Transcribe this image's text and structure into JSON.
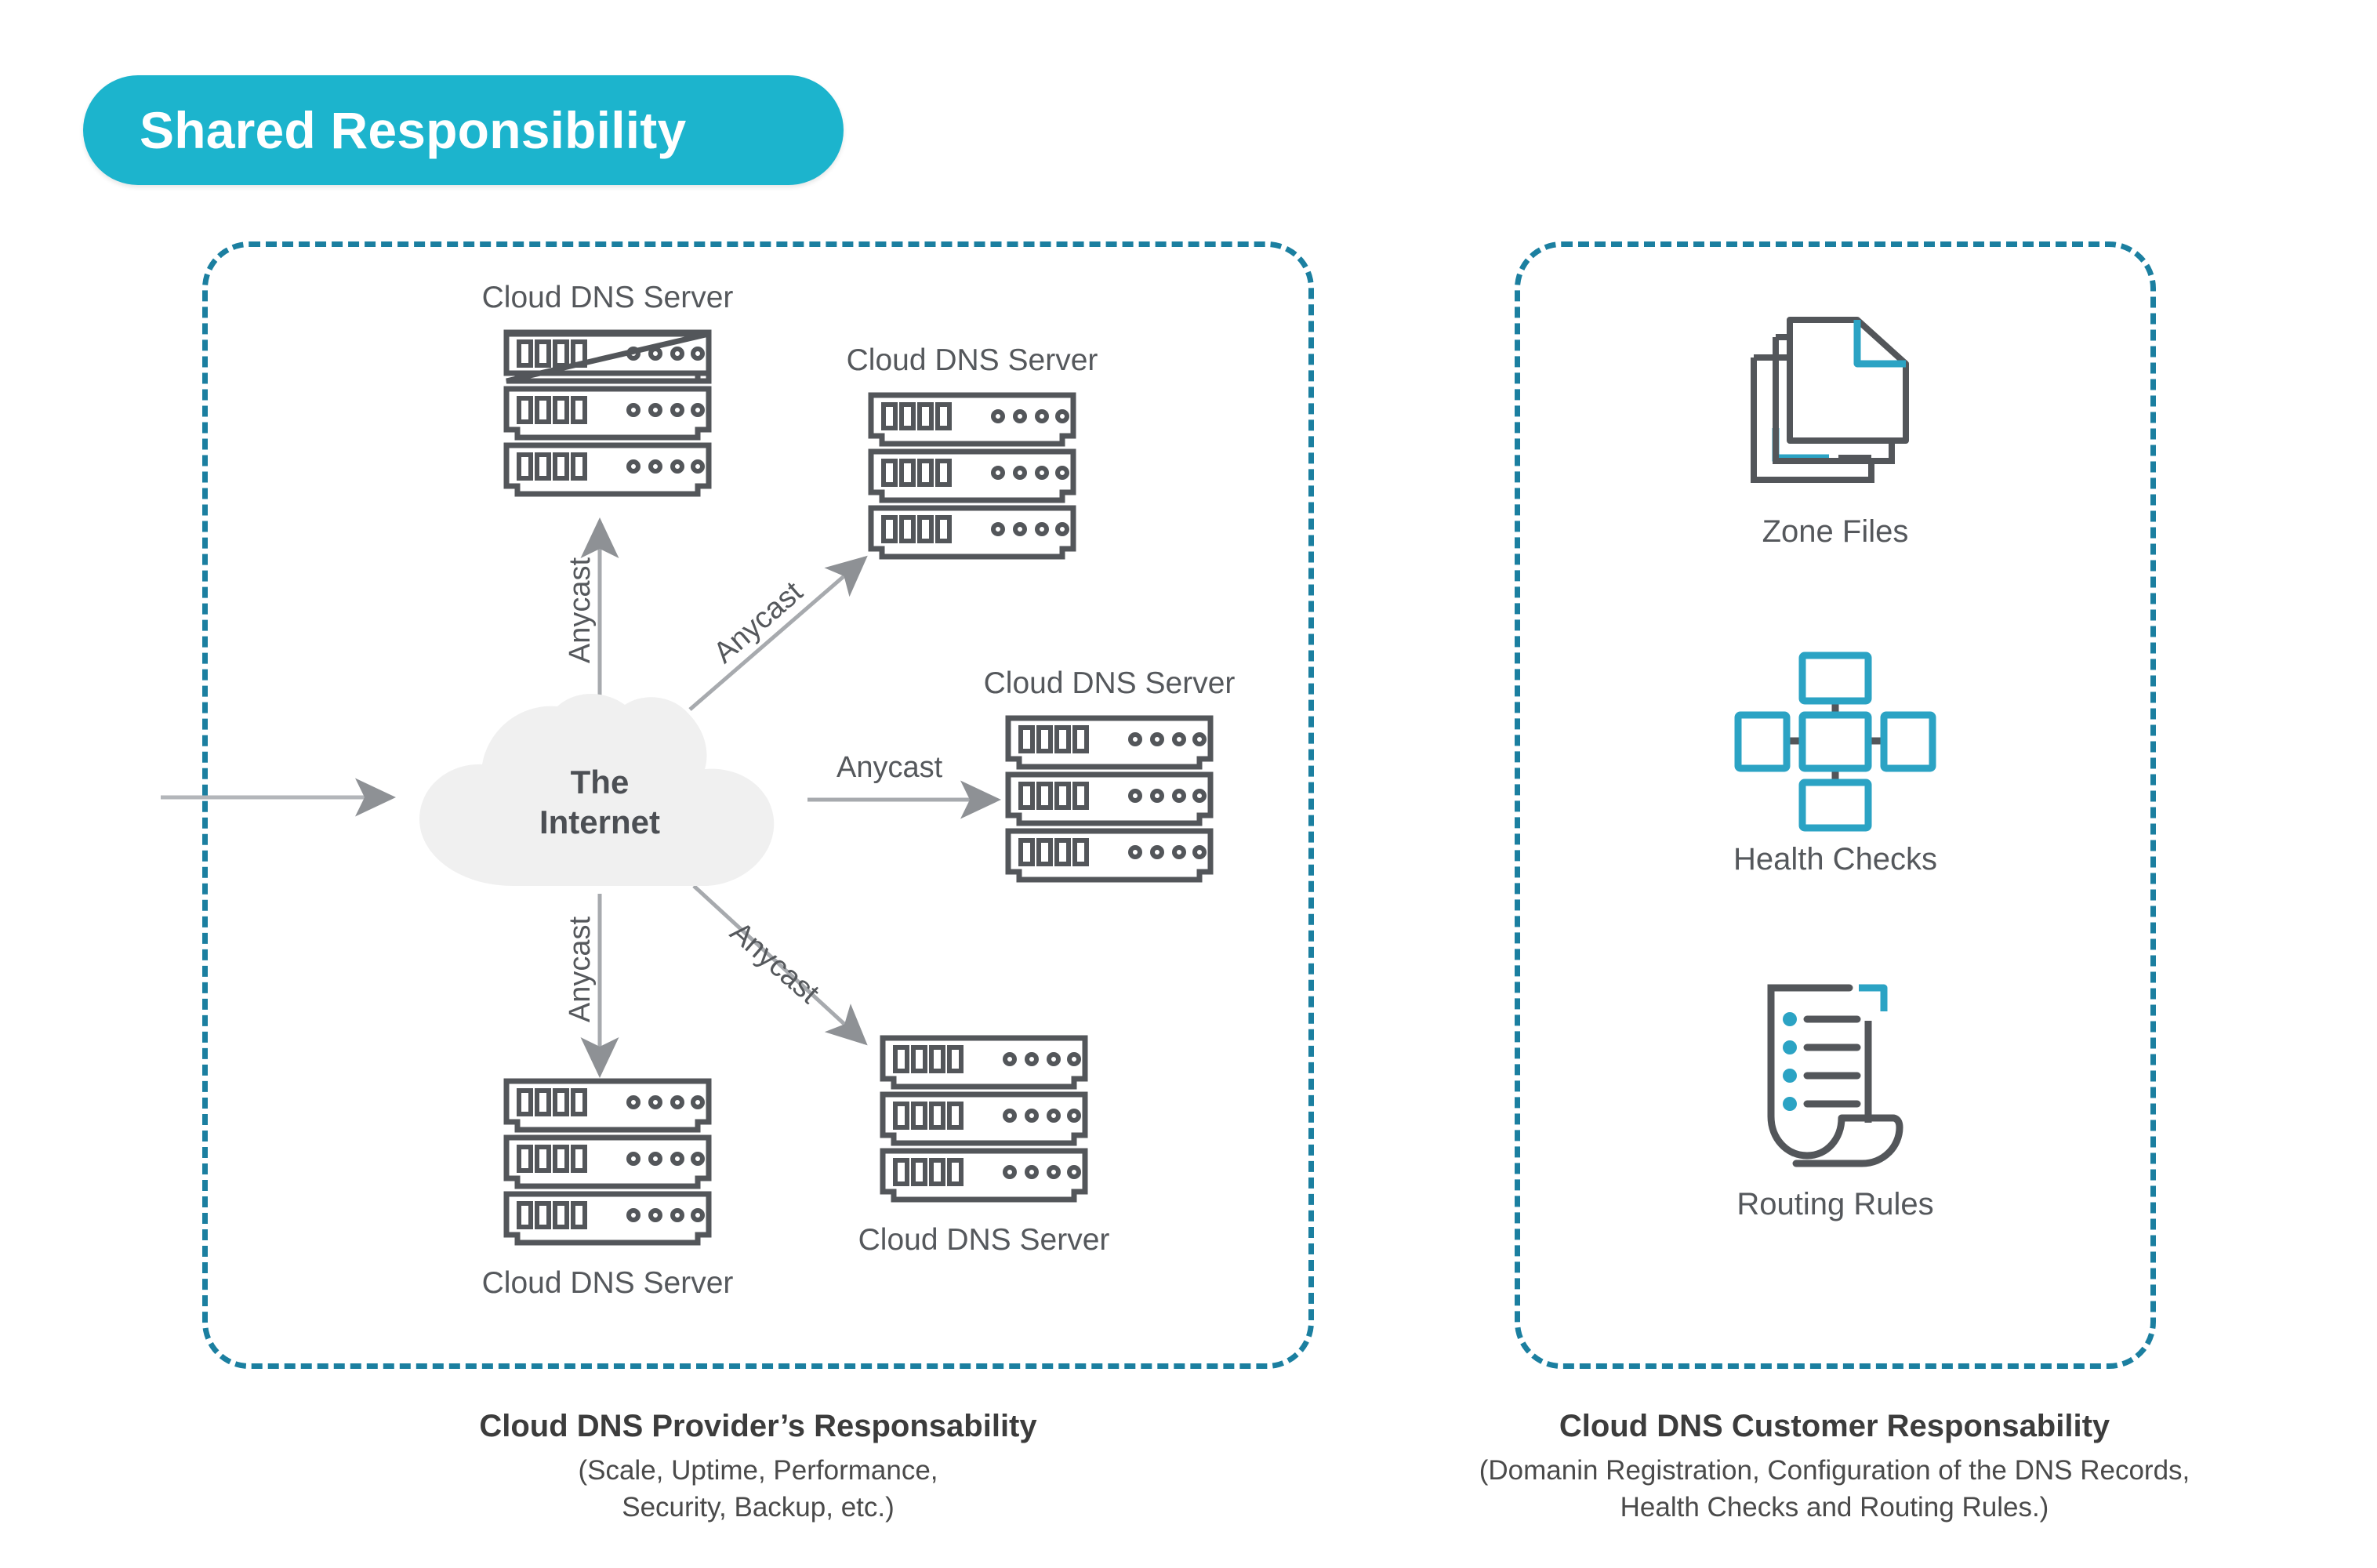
{
  "header": {
    "title": "Shared Responsibility",
    "pill_color": "#1cb4cd"
  },
  "theme": {
    "panel_border": "#1b7fa0",
    "icon_teal": "#2ba3c4",
    "icon_gray": "#53565a",
    "arrow_gray": "#8e9195",
    "text_gray": "#55585c",
    "cloud_fill": "#f0f0f0",
    "background": "#ffffff"
  },
  "panels": [
    {
      "id": "provider",
      "caption_title": "Cloud DNS Provider’s Responsability",
      "caption_sub_lines": [
        "(Scale, Uptime, Performance,",
        "Security, Backup, etc.)"
      ]
    },
    {
      "id": "customer",
      "caption_title": "Cloud DNS Customer Responsability",
      "caption_sub_lines": [
        "(Domanin Registration, Configuration of the DNS Records,",
        "Health Checks and Routing Rules.)"
      ]
    }
  ],
  "cloud": {
    "line1": "The",
    "line2": "Internet",
    "icon": "cloud-icon"
  },
  "servers": [
    {
      "label": "Cloud DNS Server",
      "icon": "server-rack-icon",
      "position": "top-left"
    },
    {
      "label": "Cloud DNS Server",
      "icon": "server-rack-icon",
      "position": "top-right"
    },
    {
      "label": "Cloud DNS Server",
      "icon": "server-rack-icon",
      "position": "middle-right"
    },
    {
      "label": "Cloud DNS Server",
      "icon": "server-rack-icon",
      "position": "bottom-right"
    },
    {
      "label": "Cloud DNS Server",
      "icon": "server-rack-icon",
      "position": "bottom-left"
    }
  ],
  "arrows": [
    {
      "label": "Anycast",
      "direction": "up",
      "rotation": -90
    },
    {
      "label": "Anycast",
      "direction": "up-right",
      "rotation": -41
    },
    {
      "label": "Anycast",
      "direction": "right",
      "rotation": 0
    },
    {
      "label": "Anycast",
      "direction": "down",
      "rotation": -90
    },
    {
      "label": "Anycast",
      "direction": "down-right",
      "rotation": 41
    }
  ],
  "inbound_arrow": {
    "label": "",
    "icon": "arrow-right-icon"
  },
  "customer_items": [
    {
      "label": "Zone Files",
      "icon": "zone-files-icon"
    },
    {
      "label": "Health Checks",
      "icon": "health-checks-icon"
    },
    {
      "label": "Routing Rules",
      "icon": "routing-rules-icon"
    }
  ]
}
